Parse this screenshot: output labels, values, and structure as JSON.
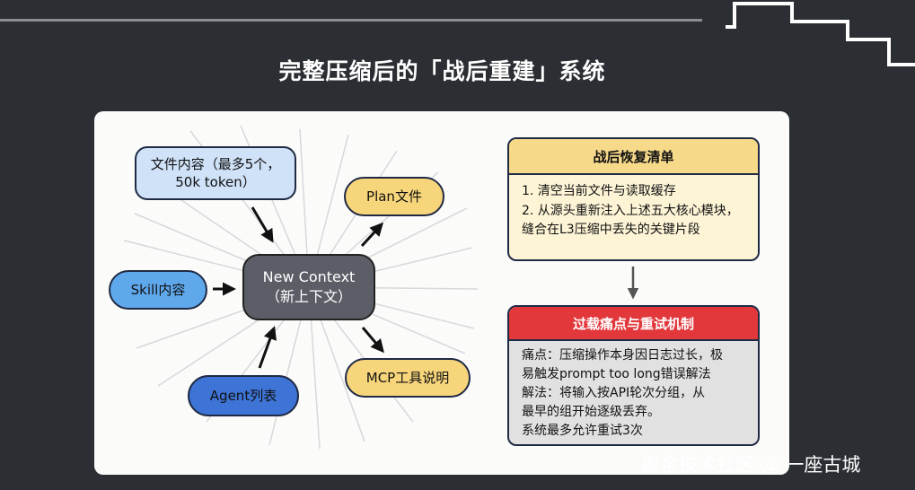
{
  "title": "完整压缩后的「战后重建」系统",
  "nodes": {
    "file_content_line1": "文件内容（最多5个，",
    "file_content_line2": "50k token）",
    "plan_file": "Plan文件",
    "skill_content": "Skill内容",
    "center_line1": "New Context",
    "center_line2": "（新上下文）",
    "mcp_docs": "MCP工具说明",
    "agent_list": "Agent列表"
  },
  "checklist": {
    "heading": "战后恢复清单",
    "lines": [
      "1. 清空当前文件与读取缓存",
      "2. 从源头重新注入上述五大核心模块，",
      "缝合在L3压缩中丢失的关键片段"
    ]
  },
  "retry": {
    "heading": "过载痛点与重试机制",
    "lines": [
      "痛点：压缩操作本身因日志过长，极",
      "易触发prompt too long错误解法",
      "解法：将输入按API轮次分组，从",
      "最早的组开始逐级丢弃。",
      "系统最多允许重试3次"
    ]
  },
  "watermark": "掘金技术社区 @ 一座古城",
  "colors": {
    "background": "#2b2e33",
    "card": "#fbfbfa",
    "light_blue": "#cfe2f8",
    "mid_blue": "#5fa8ec",
    "dark_blue": "#3d74d6",
    "yellow": "#f7d57a",
    "center_gray": "#5b5e66",
    "red_header": "#e2373b"
  }
}
